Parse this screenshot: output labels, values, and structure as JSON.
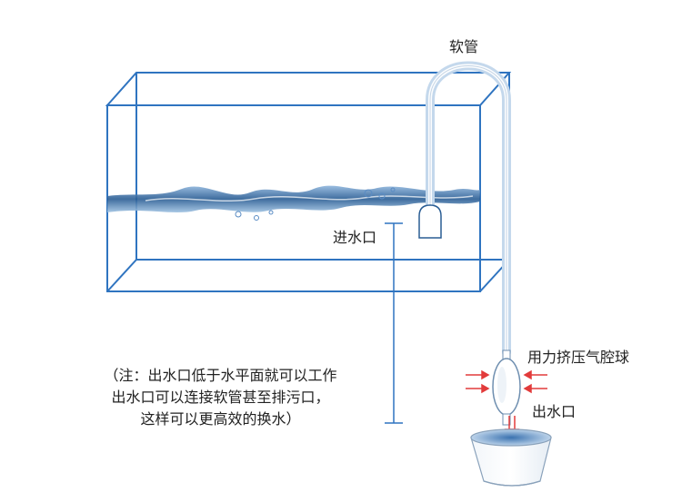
{
  "labels": {
    "hose": "软管",
    "inlet": "进水口",
    "bulb": "用力挤压气腔球",
    "outlet": "出水口"
  },
  "note": {
    "line1": "（注：出水口低于水平面就可以工作",
    "line2": "出水口可以连接软管甚至排污口，",
    "line3": "这样可以更高效的换水）"
  },
  "colors": {
    "tank_edge": "#2f74c0",
    "hose": "#c4d8ec",
    "water": "#2a5d94",
    "arrow": "#e23b3b",
    "measure_line": "#2f74c0"
  }
}
